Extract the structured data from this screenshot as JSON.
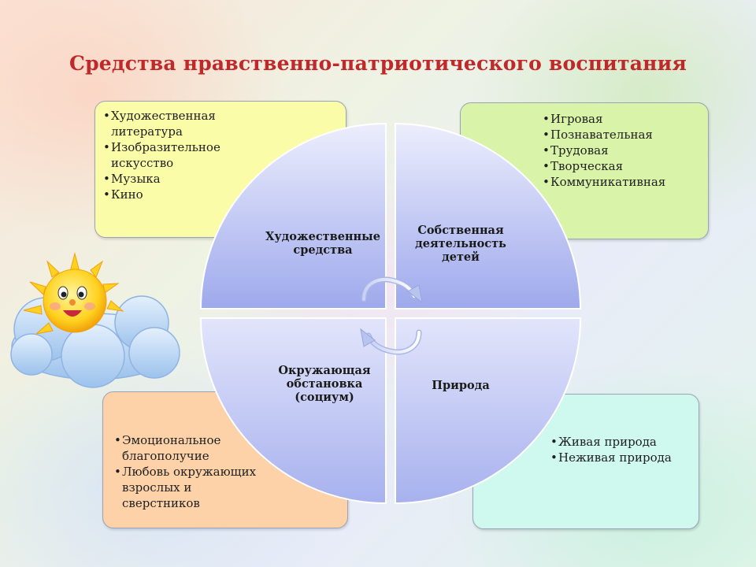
{
  "title": "Средства нравственно-патриотического воспитания",
  "quadrants": {
    "top_left": "Художественные средства",
    "top_right": "Собственная деятельность детей",
    "bottom_left": "Окружающая обстановка (социум)",
    "bottom_right": "Природа"
  },
  "boxes": {
    "top_left": [
      "Художественная литература",
      "Изобразительное искусство",
      "Музыка",
      "Кино"
    ],
    "top_right": [
      "Игровая",
      "Познавательная",
      "Трудовая",
      "Творческая",
      "Коммуникативная"
    ],
    "bottom_left": [
      "Эмоциональное благополучие",
      "Любовь окружающих взрослых и сверстников"
    ],
    "bottom_right": [
      "Живая природа",
      "Неживая природа"
    ]
  },
  "colors": {
    "title": "#c0282a",
    "box_top_left": "#fafca8",
    "box_top_right": "#d9f4a8",
    "box_bottom_left": "#fdd2a8",
    "box_bottom_right": "#cff8ef",
    "circle_light": "#e6e8fb",
    "circle_dark": "#9aa6ea"
  },
  "icons": [
    "sun-icon",
    "cloud-icon",
    "cycle-arrows-icon"
  ]
}
